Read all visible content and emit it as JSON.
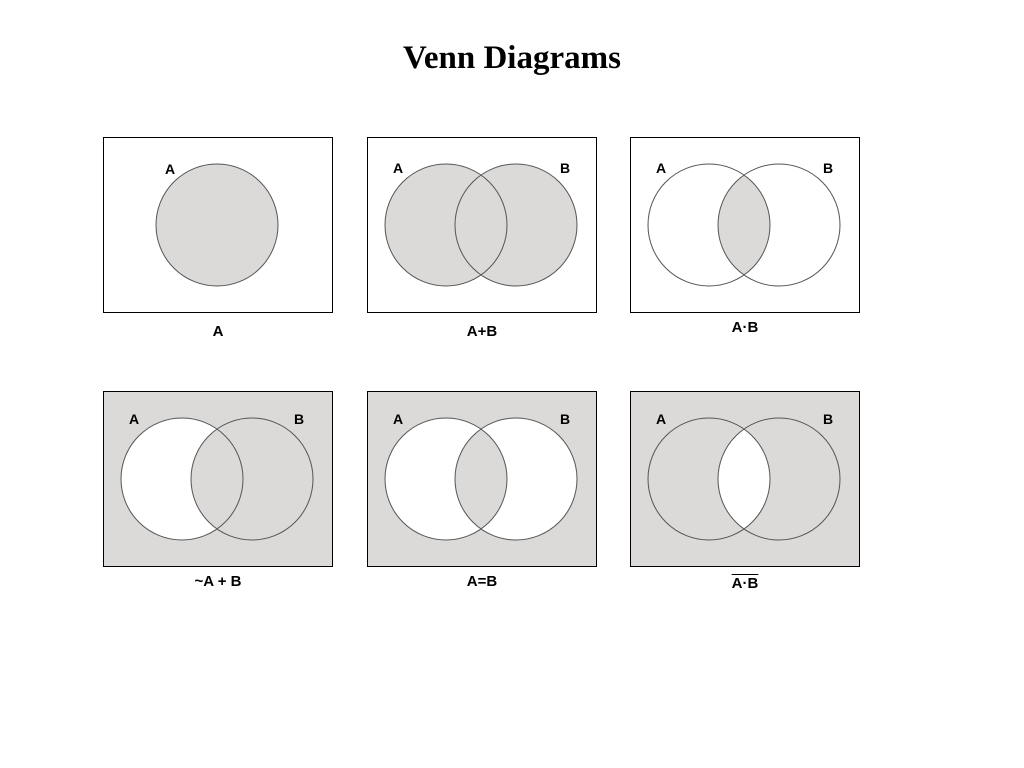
{
  "title": "Venn Diagrams",
  "colors": {
    "shade": "#dcdad9",
    "background": "#ffffff",
    "outline": "#555555",
    "frame": "#000000"
  },
  "panels": [
    {
      "caption": "A",
      "labels": [
        "A"
      ]
    },
    {
      "caption": "A+B",
      "labels": [
        "A",
        "B"
      ]
    },
    {
      "caption": "A·B",
      "labels": [
        "A",
        "B"
      ]
    },
    {
      "caption": "~A + B",
      "labels": [
        "A",
        "B"
      ]
    },
    {
      "caption": "A=B",
      "labels": [
        "A",
        "B"
      ]
    },
    {
      "caption": "A·B",
      "labels": [
        "A",
        "B"
      ],
      "caption_overline": true
    }
  ]
}
